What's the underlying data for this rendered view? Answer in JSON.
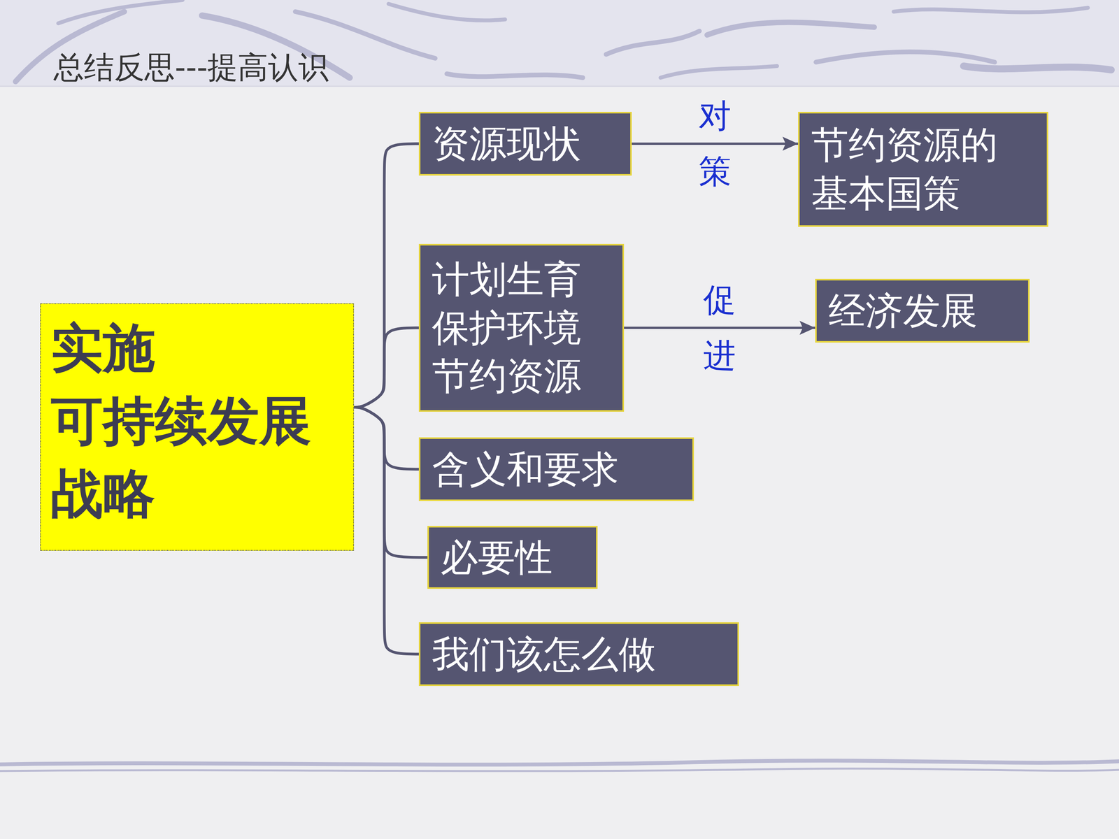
{
  "diagram": {
    "title": "总结反思---提高认识",
    "nodes": [
      {
        "text": [
          "实施 可持续发展 战略"
        ]
      },
      {
        "text": [
          "资源现状"
        ]
      },
      {
        "text": [
          "节约资源的 基本国策"
        ]
      },
      {
        "text": [
          "计划生育 保护环境 节约资源"
        ]
      },
      {
        "text": [
          "经济发展"
        ]
      },
      {
        "text": [
          "含义和要求"
        ]
      },
      {
        "text": [
          "必要性"
        ]
      },
      {
        "text": [
          "我们该怎么做"
        ]
      }
    ],
    "edges": [
      {
        "from": 0,
        "to": 1,
        "arrow": "none"
      },
      {
        "from": 0,
        "to": 3,
        "arrow": "none"
      },
      {
        "from": 0,
        "to": 5,
        "arrow": "none"
      },
      {
        "from": 0,
        "to": 6,
        "arrow": "none"
      },
      {
        "from": 0,
        "to": 7,
        "arrow": "none"
      },
      {
        "from": 1,
        "to": 2,
        "arrow": "to",
        "label": "对策"
      },
      {
        "from": 3,
        "to": 4,
        "arrow": "to",
        "label": "促进"
      }
    ]
  }
}
